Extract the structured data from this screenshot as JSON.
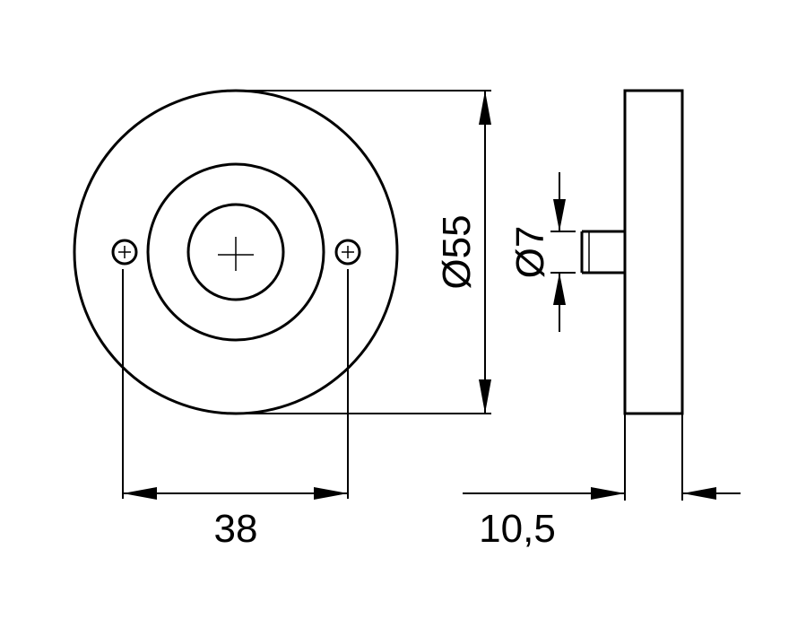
{
  "dimensions": {
    "hole_spacing": "38",
    "outer_diameter": "Ø55",
    "spindle_diameter": "Ø7",
    "thickness": "10,5"
  },
  "colors": {
    "line": "#000000",
    "background": "#ffffff"
  }
}
